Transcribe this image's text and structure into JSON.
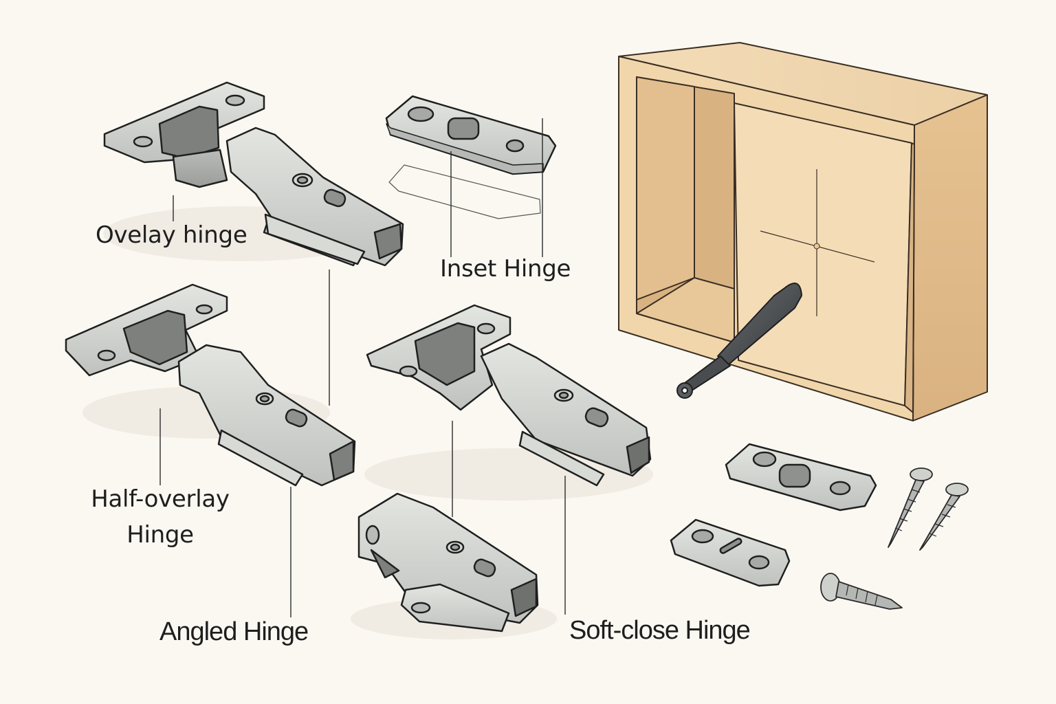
{
  "diagram": {
    "topic": "Cabinet hinge types",
    "background_color": "#fbf8f2",
    "metal_color": "#cfd1cd",
    "wood_color": "#efd2a8",
    "tool_color": "#4a4d50",
    "labels": {
      "overlay": "Ovelay hinge",
      "inset": "Inset Hinge",
      "half_overlay_line1": "Half-overlay",
      "half_overlay_line2": "Hinge",
      "angled": "Angled Hinge",
      "soft_close": "Soft-close Hinge"
    },
    "components": [
      {
        "id": "overlay-hinge",
        "name": "Overlay hinge"
      },
      {
        "id": "inset-mounting-plate",
        "name": "Inset hinge mounting plate"
      },
      {
        "id": "half-overlay-hinge",
        "name": "Half-overlay hinge"
      },
      {
        "id": "soft-close-hinge",
        "name": "Soft-close hinge"
      },
      {
        "id": "angled-hinge",
        "name": "Angled hinge"
      },
      {
        "id": "cabinet",
        "name": "Wooden cabinet with door"
      },
      {
        "id": "screwdriver",
        "name": "Screwdriver / hex tool"
      },
      {
        "id": "mounting-plate-large",
        "name": "Mounting plate"
      },
      {
        "id": "mounting-plate-small",
        "name": "Mounting plate (small)"
      },
      {
        "id": "screws",
        "name": "Wood screws",
        "count": 3
      }
    ]
  }
}
